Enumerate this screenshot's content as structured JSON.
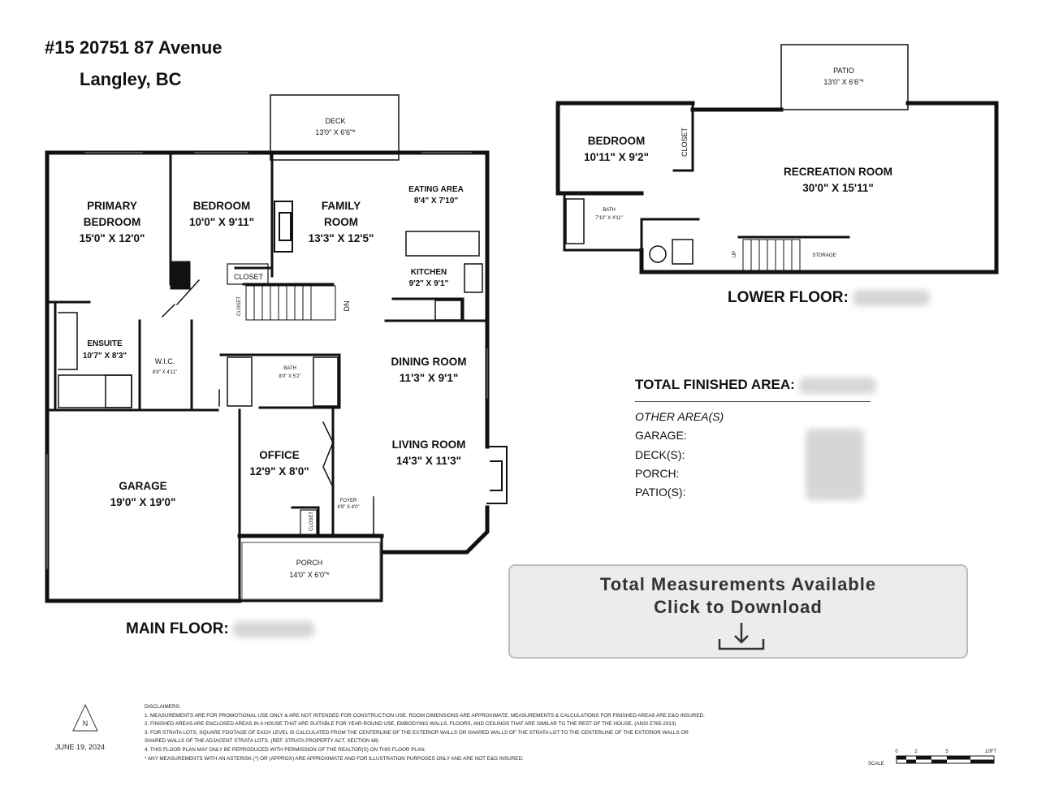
{
  "address": {
    "line1": "#15 20751 87 Avenue",
    "line2": "Langley, BC"
  },
  "main_floor": {
    "label": "MAIN FLOOR:",
    "rooms": {
      "primary_bedroom": {
        "name1": "PRIMARY",
        "name2": "BEDROOM",
        "dim": "15'0\" X 12'0\""
      },
      "bedroom": {
        "name": "BEDROOM",
        "dim": "10'0\" X 9'11\""
      },
      "family_room": {
        "name1": "FAMILY",
        "name2": "ROOM",
        "dim": "13'3\" X 12'5\""
      },
      "eating_area": {
        "name": "EATING AREA",
        "dim": "8'4\" X 7'10\""
      },
      "kitchen": {
        "name": "KITCHEN",
        "dim": "9'2\" X 9'1\""
      },
      "deck": {
        "name": "DECK",
        "dim": "13'0\" X 6'6\"*"
      },
      "ensuite": {
        "name": "ENSUITE",
        "dim": "10'7\" X 8'3\""
      },
      "wic": {
        "name": "W.I.C.",
        "dim": "8'8\" X 4'11\""
      },
      "bath": {
        "name": "BATH",
        "dim": "8'0\" X 5'2\""
      },
      "dining_room": {
        "name": "DINING ROOM",
        "dim": "11'3\" X 9'1\""
      },
      "living_room": {
        "name": "LIVING ROOM",
        "dim": "14'3\" X 11'3\""
      },
      "office": {
        "name": "OFFICE",
        "dim": "12'9\" X 8'0\""
      },
      "garage": {
        "name": "GARAGE",
        "dim": "19'0\" X 19'0\""
      },
      "porch": {
        "name": "PORCH",
        "dim": "14'0\" X 6'0\"*"
      },
      "foyer": {
        "name": "FOYER",
        "dim": "4'9\" X 4'0\""
      },
      "closet": "CLOSET",
      "dn": "DN"
    }
  },
  "lower_floor": {
    "label": "LOWER FLOOR:",
    "rooms": {
      "patio": {
        "name": "PATIO",
        "dim": "13'0\" X 6'6\"*"
      },
      "bedroom": {
        "name": "BEDROOM",
        "dim": "10'11\" X 9'2\""
      },
      "recreation_room": {
        "name": "RECREATION ROOM",
        "dim": "30'0\" X 15'11\""
      },
      "bath": {
        "name": "BATH",
        "dim": "7'10\" X 4'11\""
      },
      "storage": "STORAGE",
      "closet": "CLOSET",
      "up": "UP"
    }
  },
  "totals": {
    "title": "TOTAL FINISHED AREA:",
    "other_heading": "OTHER AREA(S)",
    "rows": [
      "GARAGE:",
      "DECK(S):",
      "PORCH:",
      "PATIO(S):"
    ]
  },
  "download": {
    "line1": "Total Measurements Available",
    "line2": "Click to Download"
  },
  "compass": "N",
  "date": "JUNE 19, 2024",
  "disclaimers": {
    "heading": "DISCLAIMERS:",
    "lines": [
      "1. MEASUREMENTS ARE FOR PROMOTIONAL USE ONLY & ARE NOT INTENDED FOR CONSTRUCTION USE. ROOM DIMENSIONS ARE APPROXIMATE. MEASUREMENTS & CALCULATIONS FOR FINISHED AREAS ARE E&O INSURED.",
      "2. FINISHED AREAS ARE ENCLOSED AREAS IN A HOUSE THAT ARE SUITABLE FOR YEAR-ROUND USE, EMBODYING WALLS, FLOORS, AND CEILINGS THAT ARE SIMILAR TO THE REST OF THE HOUSE. (ANSI Z765-2013)",
      "3. FOR STRATA LOTS, SQUARE FOOTAGE OF EACH LEVEL IS CALCULATED FROM THE CENTERLINE OF THE EXTERIOR WALLS OR SHARED WALLS OF THE STRATA LOT TO THE CENTERLINE OF THE EXTERIOR WALLS OR",
      "SHARED WALLS OF THE ADJACENT STRATA LOTS. (REF. STRATA PROPERTY ACT, SECTION 68)",
      "4. THIS FLOOR PLAN MAY ONLY BE REPRODUCED WITH PERMISSION OF THE REALTOR(S) ON THIS FLOOR PLAN.",
      "* ANY MEASUREMENTS WITH AN ASTERISK (*) OR (APPROX) ARE APPROXIMATE AND FOR ILLUSTRATION PURPOSES ONLY AND ARE NOT E&O INSURED."
    ]
  },
  "scale": {
    "label": "SCALE",
    "ticks": [
      "0",
      "2",
      "5",
      "10FT"
    ]
  }
}
